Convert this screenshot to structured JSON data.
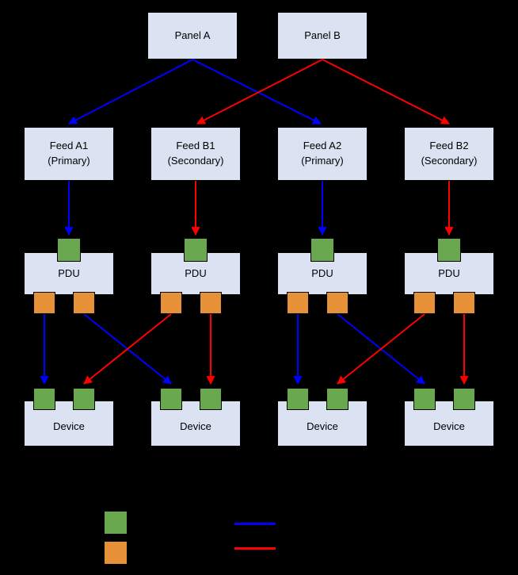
{
  "colors": {
    "background": "#000000",
    "node_fill": "#dbe3f3",
    "node_border": "#000000",
    "green": "#6aa84f",
    "orange": "#e69138",
    "blue": "#0000ff",
    "red": "#ff0000"
  },
  "nodes": {
    "panels": [
      {
        "label": "Panel A"
      },
      {
        "label": "Panel B"
      }
    ],
    "feeds": [
      {
        "name": "Feed A1",
        "type": "(Primary)"
      },
      {
        "name": "Feed B1",
        "type": "(Secondary)"
      },
      {
        "name": "Feed A2",
        "type": "(Primary)"
      },
      {
        "name": "Feed B2",
        "type": "(Secondary)"
      }
    ],
    "pdus": [
      {
        "label": "PDU"
      },
      {
        "label": "PDU"
      },
      {
        "label": "PDU"
      },
      {
        "label": "PDU"
      }
    ],
    "devices": [
      {
        "label": "Device"
      },
      {
        "label": "Device"
      },
      {
        "label": "Device"
      },
      {
        "label": "Device"
      }
    ]
  },
  "connections": [
    {
      "from": "Panel A",
      "to": "Feed A1",
      "color": "blue"
    },
    {
      "from": "Panel A",
      "to": "Feed A2",
      "color": "blue"
    },
    {
      "from": "Panel B",
      "to": "Feed B1",
      "color": "red"
    },
    {
      "from": "Panel B",
      "to": "Feed B2",
      "color": "red"
    },
    {
      "from": "Feed A1",
      "to": "PDU 1 input",
      "color": "blue"
    },
    {
      "from": "Feed B1",
      "to": "PDU 2 input",
      "color": "red"
    },
    {
      "from": "Feed A2",
      "to": "PDU 3 input",
      "color": "blue"
    },
    {
      "from": "Feed B2",
      "to": "PDU 4 input",
      "color": "red"
    },
    {
      "from": "PDU 1 output 1",
      "to": "Device 1 input 1",
      "color": "blue"
    },
    {
      "from": "PDU 1 output 2",
      "to": "Device 2 input 1",
      "color": "blue"
    },
    {
      "from": "PDU 2 output 1",
      "to": "Device 1 input 2",
      "color": "red"
    },
    {
      "from": "PDU 2 output 2",
      "to": "Device 2 input 2",
      "color": "red"
    },
    {
      "from": "PDU 3 output 1",
      "to": "Device 3 input 1",
      "color": "blue"
    },
    {
      "from": "PDU 3 output 2",
      "to": "Device 4 input 1",
      "color": "blue"
    },
    {
      "from": "PDU 4 output 1",
      "to": "Device 3 input 2",
      "color": "red"
    },
    {
      "from": "PDU 4 output 2",
      "to": "Device 4 input 2",
      "color": "red"
    }
  ],
  "legend": {
    "swatches": [
      {
        "color": "green"
      },
      {
        "color": "orange"
      }
    ],
    "lines": [
      {
        "color": "blue"
      },
      {
        "color": "red"
      }
    ]
  }
}
